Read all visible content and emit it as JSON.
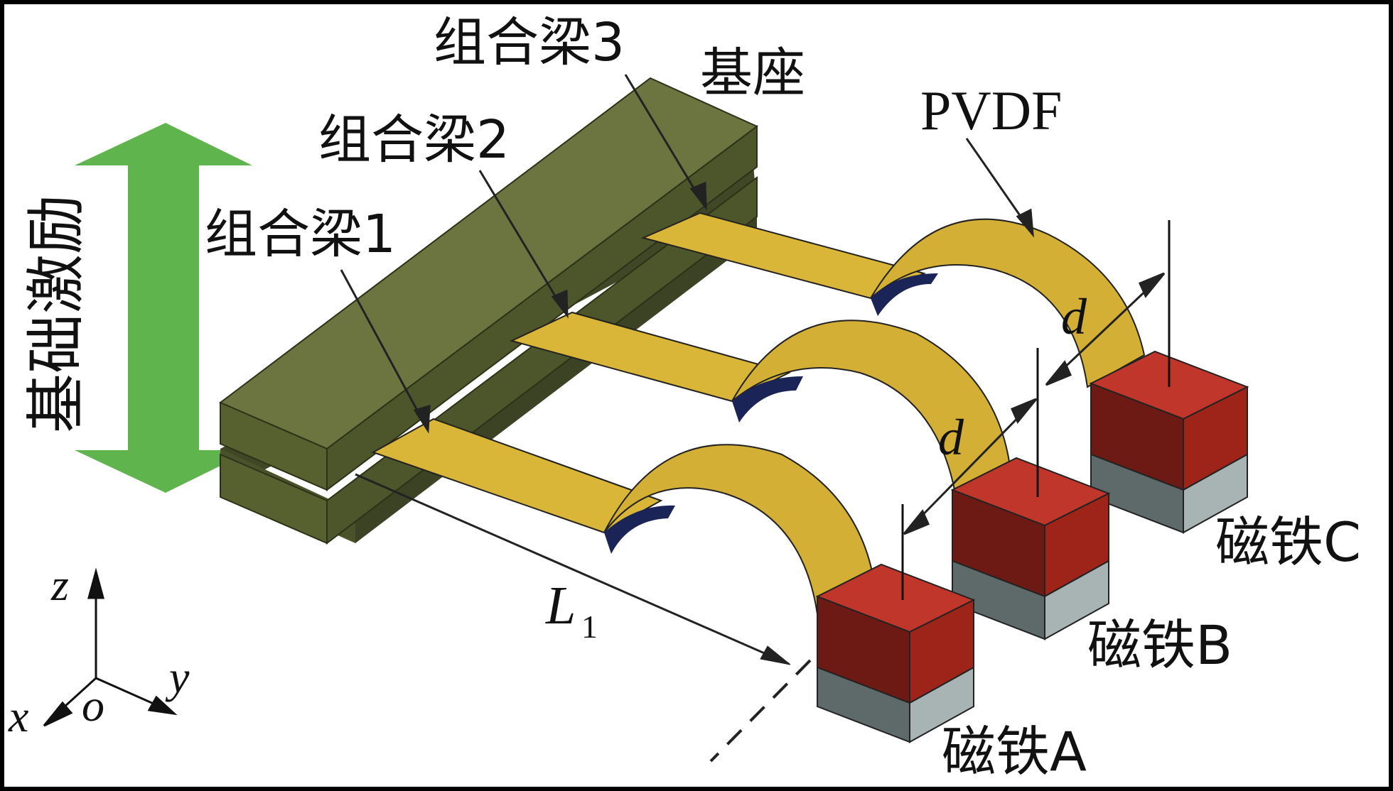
{
  "labels": {
    "base_excitation": "基础激励",
    "beam1": "组合梁1",
    "beam2": "组合梁2",
    "beam3": "组合梁3",
    "base": "基座",
    "pvdf": "PVDF",
    "magnet_a": "磁铁A",
    "magnet_b": "磁铁B",
    "magnet_c": "磁铁C",
    "d1": "d",
    "d2": "d",
    "length_main": "L",
    "length_sub": "1"
  },
  "axes": {
    "z": "z",
    "y": "y",
    "x": "x",
    "o": "o"
  },
  "colors": {
    "arrow_green": "#5fb44d",
    "base_top": "#6c7540",
    "base_side": "#4f5730",
    "base_dark": "#3f4727",
    "beam_yellow": "#d9b637",
    "beam_dark": "#b8962a",
    "beam_inner": "#1b2456",
    "magnet_red": "#b82a20",
    "magnet_red_dark": "#6e1a14",
    "magnet_grey": "#a8b4b4",
    "magnet_grey_dark": "#5e6a6a"
  }
}
